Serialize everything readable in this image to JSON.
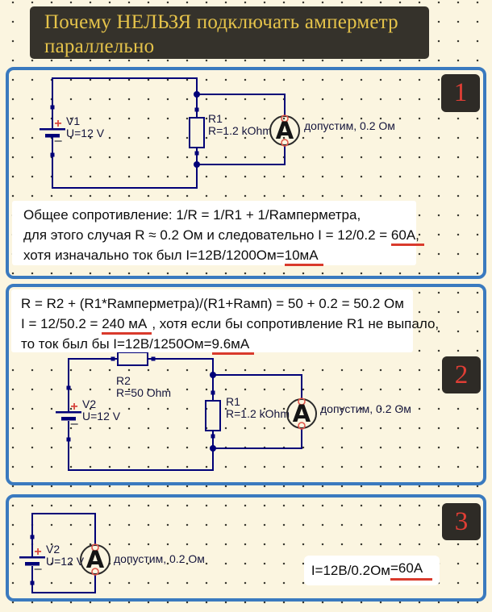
{
  "title": "Почему НЕЛЬЗЯ подключать амперметр параллельно",
  "badges": {
    "one": "1",
    "two": "2",
    "three": "3"
  },
  "colors": {
    "background": "#fbf5e0",
    "panel_border": "#3a7abf",
    "wire": "#000078",
    "underline_red": "#d93a2c",
    "banner_bg": "#35322b",
    "banner_text": "#e5c34a",
    "badge_bg": "#2e2b26",
    "badge_text": "#e03e35"
  },
  "panel1": {
    "circuit": {
      "battery_name": "V1",
      "battery_value": "U=12 V",
      "plus": "+",
      "minus": "−",
      "r1_name": "R1",
      "r1_value": "R=1.2 kOhm",
      "ammeter_letter": "A",
      "ammeter_note": "допустим, 0.2 Ом"
    },
    "note": {
      "line1": "Общее сопротивление: 1/R = 1/R1 + 1/Rамперметра,",
      "line2_pre": "для этого случая R ≈ 0.2 Ом и следовательно I = 12/0.2 = ",
      "line2_underlined": "60А,",
      "line3_pre": "хотя изначально ток был I=12В/1200Ом=",
      "line3_underlined": "10мА"
    }
  },
  "panel2": {
    "note": {
      "line1": "R = R2 + (R1*Rамперметра)/(R1+Rамп) = 50 + 0.2 = 50.2 Ом",
      "line2_pre": "I = 12/50.2 = ",
      "line2_underlined": "240 мА",
      "line2_post": ", хотя если бы сопротивление R1 не выпало,",
      "line3_pre": "то ток был бы I=12В/1250Ом=",
      "line3_underlined": "9.6мА"
    },
    "circuit": {
      "battery_name": "V2",
      "battery_value": "U=12 V",
      "plus": "+",
      "minus": "−",
      "r2_name": "R2",
      "r2_value": "R=50 Ohm",
      "r1_name": "R1",
      "r1_value": "R=1.2 kOhm",
      "ammeter_letter": "A",
      "ammeter_note": "допустим, 0.2 Ом"
    }
  },
  "panel3": {
    "circuit": {
      "battery_name": "V2",
      "battery_value": "U=12 V",
      "plus": "+",
      "minus": "−",
      "ammeter_letter": "A",
      "ammeter_note": "допустим, 0.2 Ом"
    },
    "formula_pre": "I=12В/0.2Ом",
    "formula_underlined": "=60А"
  }
}
